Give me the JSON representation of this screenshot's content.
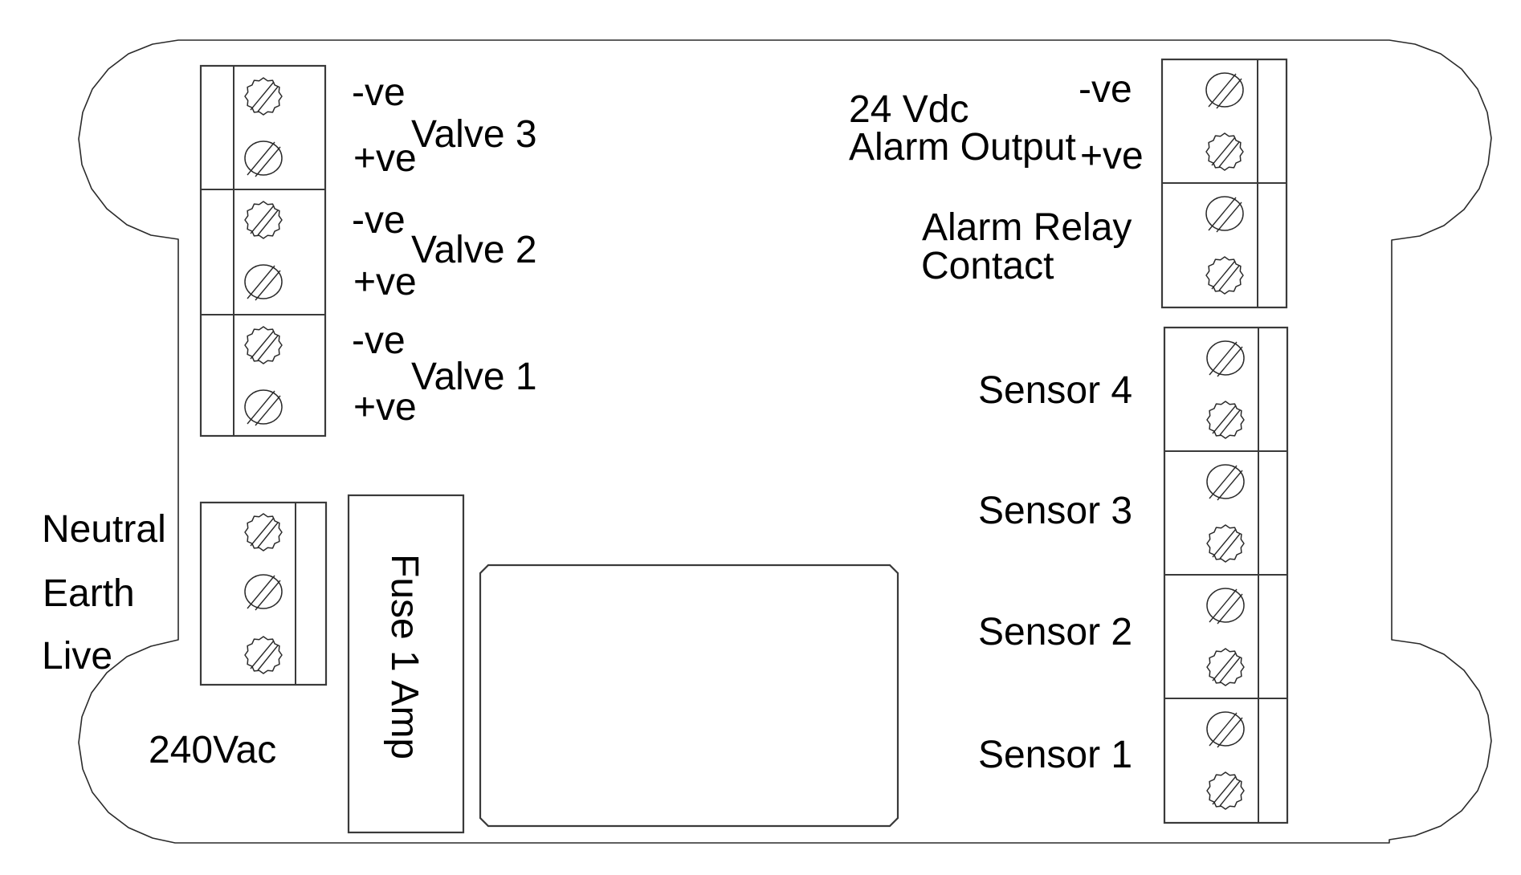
{
  "colors": {
    "background": "#ffffff",
    "line": "#2a2a2a",
    "text": "#000000"
  },
  "valves": [
    {
      "name": "Valve 3",
      "neg": "-ve",
      "pos": "+ve"
    },
    {
      "name": "Valve 2",
      "neg": "-ve",
      "pos": "+ve"
    },
    {
      "name": "Valve 1",
      "neg": "-ve",
      "pos": "+ve"
    }
  ],
  "power": {
    "neutral": "Neutral",
    "earth": "Earth",
    "live": "Live",
    "voltage": "240Vac",
    "fuse": "Fuse 1 Amp"
  },
  "alarm": {
    "supply_line1": "24 Vdc",
    "supply_line2": "Alarm Output",
    "neg": "-ve",
    "pos": "+ve",
    "relay_line1": "Alarm Relay",
    "relay_line2": "Contact"
  },
  "sensors": [
    "Sensor 4",
    "Sensor 3",
    "Sensor 2",
    "Sensor 1"
  ],
  "icons": {
    "serrated_screw": "serrated-screw-icon",
    "slotted_screw": "slotted-screw-icon"
  }
}
